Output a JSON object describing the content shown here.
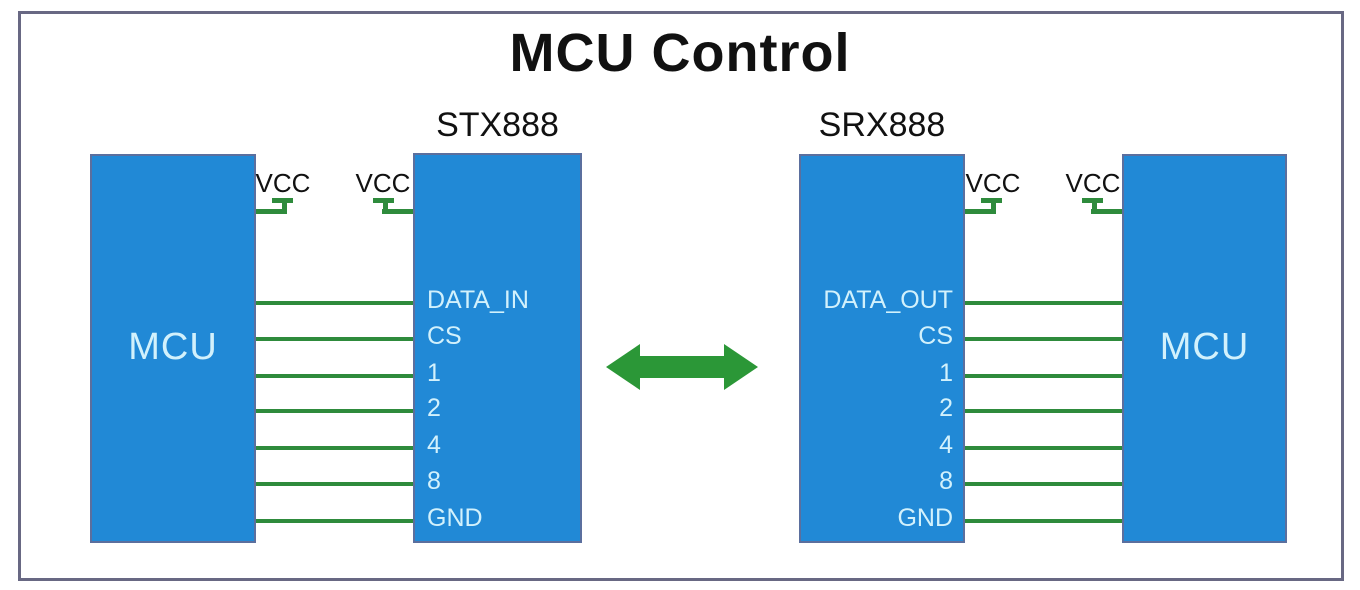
{
  "title": "MCU Control",
  "left_mcu": {
    "label": "MCU"
  },
  "right_mcu": {
    "label": "MCU"
  },
  "stx888": {
    "title": "STX888",
    "pins": [
      "DATA_IN",
      "CS",
      "1",
      "2",
      "4",
      "8",
      "GND"
    ]
  },
  "srx888": {
    "title": "SRX888",
    "pins": [
      "DATA_OUT",
      "CS",
      "1",
      "2",
      "4",
      "8",
      "GND"
    ]
  },
  "vcc_labels": [
    "VCC",
    "VCC",
    "VCC",
    "VCC"
  ],
  "arrow": {
    "meaning": "bidirectional-wireless-link"
  },
  "colors": {
    "box_blue": "#2189d6",
    "box_border": "#5b6f9e",
    "wire_green": "#2e8b3c",
    "arrow_green": "#2b9737",
    "pin_text": "#d2f1fc",
    "frame_border": "#686883",
    "label_black": "#111111",
    "bg": "#ffffff"
  }
}
